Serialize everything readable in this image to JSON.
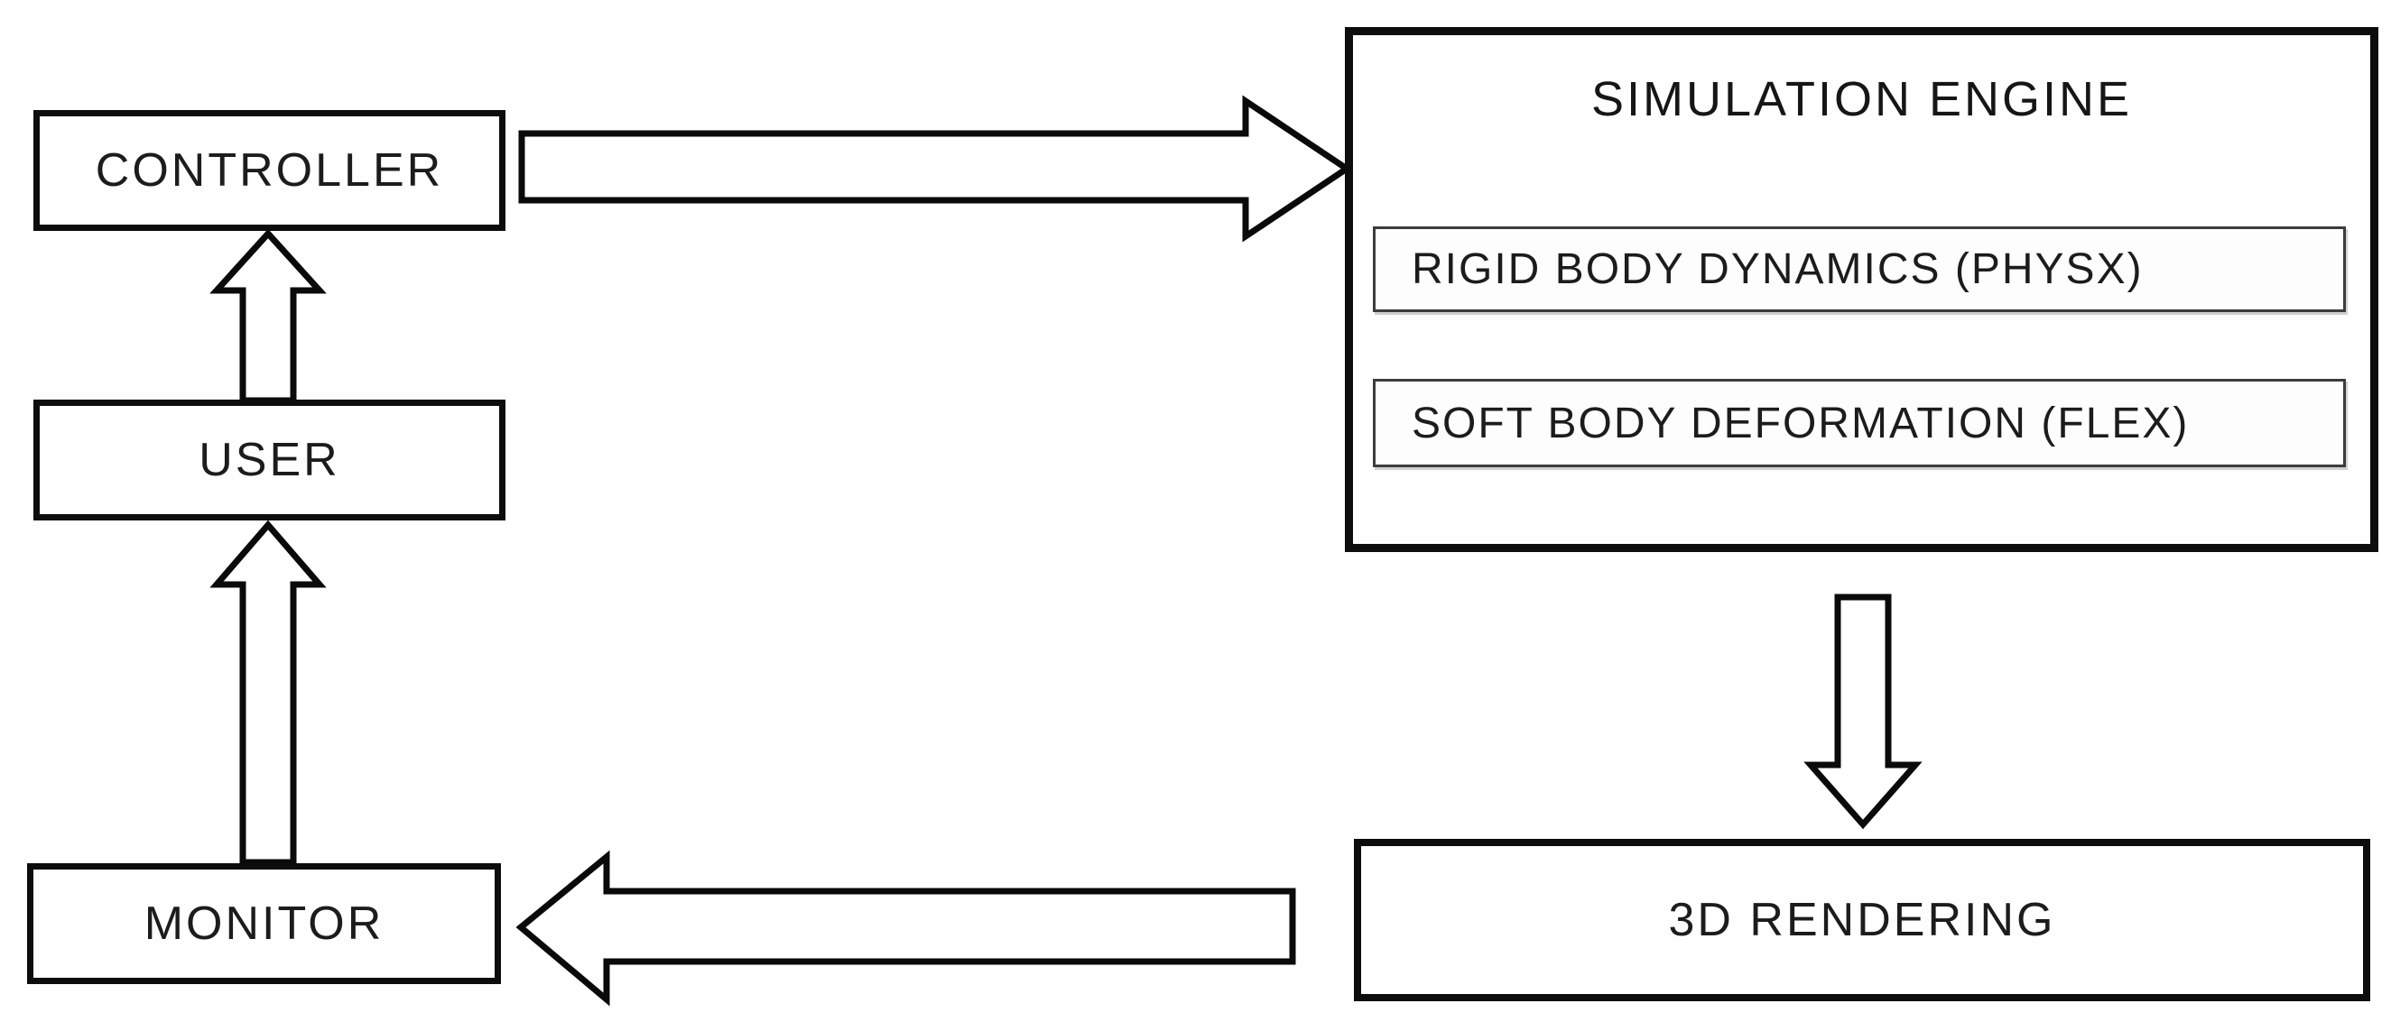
{
  "diagram": {
    "title_hint": "simulation system control loop",
    "nodes": {
      "controller": {
        "label": "CONTROLLER"
      },
      "user": {
        "label": "USER"
      },
      "monitor": {
        "label": "MONITOR"
      },
      "simulation_engine": {
        "title": "SIMULATION ENGINE",
        "components": [
          {
            "label": "RIGID BODY DYNAMICS (PHYSX)"
          },
          {
            "label": "SOFT BODY DEFORMATION (FLEX)"
          }
        ]
      },
      "rendering": {
        "label": "3D RENDERING"
      }
    },
    "edges": [
      {
        "from": "user",
        "to": "controller"
      },
      {
        "from": "controller",
        "to": "simulation_engine"
      },
      {
        "from": "simulation_engine",
        "to": "rendering"
      },
      {
        "from": "rendering",
        "to": "monitor"
      },
      {
        "from": "monitor",
        "to": "user"
      }
    ],
    "colors": {
      "background": "#ffffff",
      "line": "#0a0a0a",
      "text": "#1c1c1c",
      "inner_border": "#3c3c3c",
      "arrow_fill": "#ffffff"
    }
  }
}
